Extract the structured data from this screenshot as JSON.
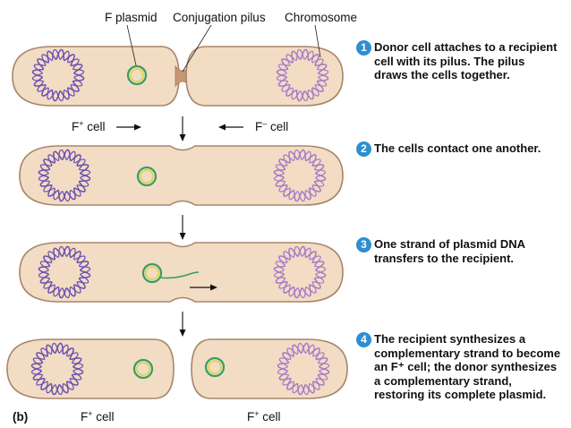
{
  "labels": {
    "f_plasmid": "F plasmid",
    "conjugation_pilus": "Conjugation pilus",
    "chromosome": "Chromosome",
    "donor_cell": "F",
    "donor_sup": "+",
    "donor_suffix": " cell",
    "recipient_cell": "F",
    "recipient_sup": "–",
    "recipient_suffix": " cell",
    "panel_tag": "(b)",
    "final_left": "F",
    "final_left_sup": "+",
    "final_left_suffix": " cell",
    "final_right": "F",
    "final_right_sup": "+",
    "final_right_suffix": " cell"
  },
  "steps": [
    {
      "number": "1",
      "text_lines": [
        "Donor cell attaches to a recipient",
        "cell with its pilus. The pilus",
        "draws the cells together."
      ]
    },
    {
      "number": "2",
      "text_lines": [
        "The cells contact one another."
      ]
    },
    {
      "number": "3",
      "text_lines": [
        "One strand of plasmid DNA",
        "transfers to the recipient."
      ]
    },
    {
      "number": "4",
      "text_lines": [
        "The recipient synthesizes a",
        "complementary strand to become",
        "an F⁺ cell; the donor synthesizes",
        "a complementary strand,",
        "restoring its complete plasmid."
      ]
    }
  ],
  "colors": {
    "cell_fill": "#f2dcc4",
    "cell_stroke": "#a8856a",
    "donor_chromosome": "#6a4fb0",
    "recipient_chromosome": "#a878c8",
    "plasmid_outer": "#3a9a6a",
    "plasmid_inner": "#d8d85a",
    "step_badge": "#2d8fd0"
  }
}
